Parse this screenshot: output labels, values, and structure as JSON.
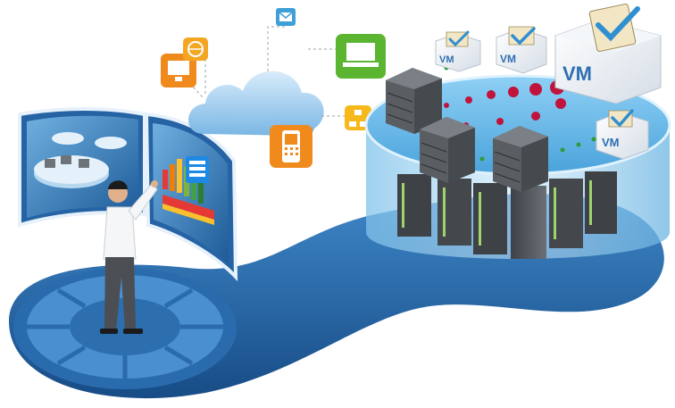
{
  "vm_boxes": [
    {
      "label": "VM",
      "size": "large"
    },
    {
      "label": "VM",
      "size": "medium"
    },
    {
      "label": "VM",
      "size": "small"
    },
    {
      "label": "VM",
      "size": "small"
    }
  ],
  "floating_icons": [
    {
      "name": "monitor-icon",
      "color": "#f08a1c"
    },
    {
      "name": "globe-icon",
      "color": "#f4a623"
    },
    {
      "name": "mail-icon",
      "color": "#3fa0d8"
    },
    {
      "name": "laptop-icon",
      "color": "#5bb531"
    },
    {
      "name": "network-icon",
      "color": "#f6b81a"
    },
    {
      "name": "mobile-phone-icon",
      "color": "#f08a1c"
    }
  ],
  "colors": {
    "platform_blue": "#1f5c9a",
    "platform_light": "#3b82c4",
    "cloud": "#8fc3ea",
    "server_gray": "#5a5e63",
    "vm_checkmark": "#2f8fd1",
    "dot_red": "#c0143c",
    "dot_green": "#2e9a3a"
  }
}
